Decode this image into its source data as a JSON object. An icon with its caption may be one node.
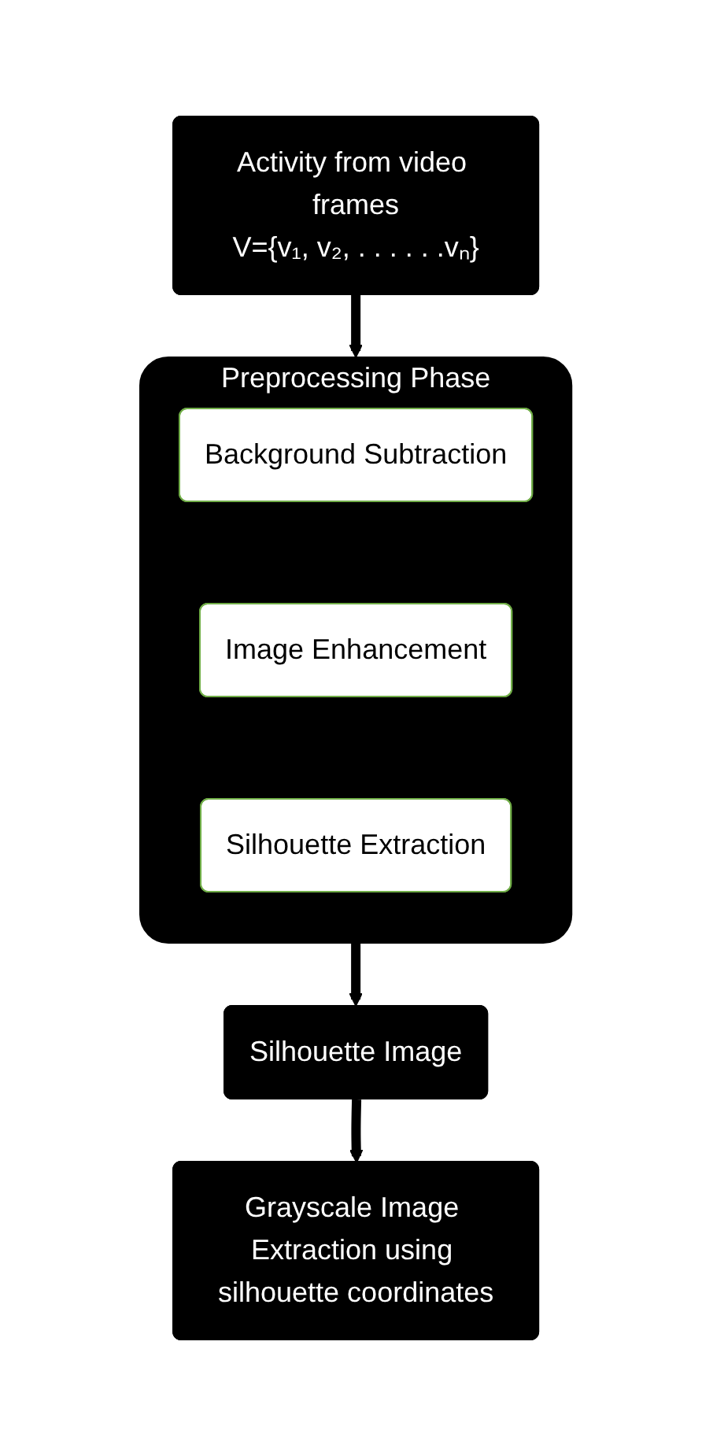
{
  "diagram": {
    "nodes": [
      {
        "text": [
          "Activity from video frames",
          "V={v₁, v₂, . . . . . .vₙ}"
        ]
      },
      {
        "text": [
          "Preprocessing  Phase"
        ]
      },
      {
        "text": [
          "Background Subtraction"
        ],
        "in": 1
      },
      {
        "text": [
          "Image Enhancement"
        ],
        "in": 1
      },
      {
        "text": [
          "Silhouette Extraction"
        ],
        "in": 1
      },
      {
        "text": [
          "Silhouette Image"
        ]
      },
      {
        "text": [
          "Grayscale Image Extraction using silhouette coordinates"
        ]
      }
    ],
    "edges": [
      {
        "from": 0,
        "to": 1,
        "arrow": "to"
      },
      {
        "from": 1,
        "to": 5,
        "arrow": "to"
      },
      {
        "from": 5,
        "to": 6,
        "arrow": "to"
      }
    ]
  }
}
